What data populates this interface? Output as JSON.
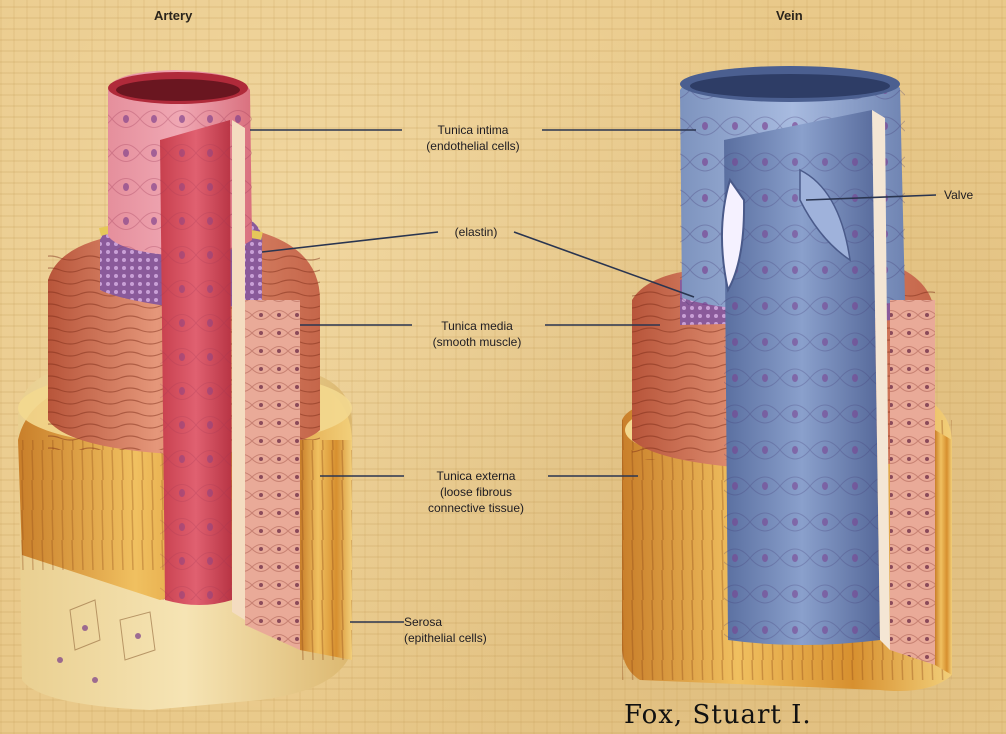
{
  "titles": {
    "artery": "Artery",
    "vein": "Vein"
  },
  "labels": {
    "tunica_intima": "Tunica intima",
    "tunica_intima_sub": "(endothelial cells)",
    "elastin": "(elastin)",
    "tunica_media": "Tunica media",
    "tunica_media_sub": "(smooth muscle)",
    "tunica_externa": "Tunica externa",
    "tunica_externa_sub1": "(loose fibrous",
    "tunica_externa_sub2": "connective tissue)",
    "serosa": "Serosa",
    "serosa_sub": "(epithelial cells)",
    "valve": "Valve"
  },
  "credit": "Fox, Stuart I.",
  "colors": {
    "background": "#e9c98a",
    "intima_artery": "#e07a86",
    "media": "#d9805e",
    "externa": "#e8b04a",
    "serosa": "#f0d9a0",
    "elastin": "#8a5a9a",
    "vein_intima": "#8ea4cc",
    "nucleus": "#7a3d8a",
    "leader_line": "#2a3550"
  }
}
